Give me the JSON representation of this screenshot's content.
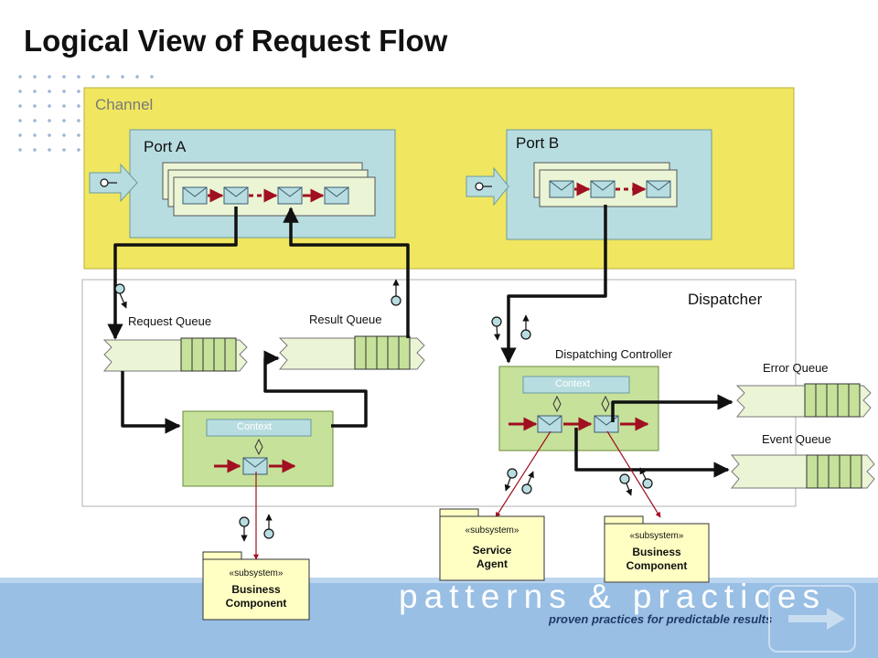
{
  "title": "Logical View of Request Flow",
  "channel": {
    "label": "Channel"
  },
  "ports": {
    "a": "Port A",
    "b": "Port B"
  },
  "dispatcher": {
    "label": "Dispatcher"
  },
  "queues": {
    "request": "Request Queue",
    "result": "Result Queue",
    "error": "Error Queue",
    "event": "Event Queue"
  },
  "controller": {
    "label": "Dispatching Controller"
  },
  "context_label": "Context",
  "subsystems": {
    "tag": "«subsystem»",
    "service_agent": [
      "Service",
      "Agent"
    ],
    "business_component": [
      "Business",
      "Component"
    ]
  },
  "footer": {
    "brand": "patterns & practices",
    "tagline": "proven practices for predictable results"
  },
  "colors": {
    "channel_bg": "#f0e660",
    "port_bg": "#b8dde0",
    "queue_bg": "#ebf5d6",
    "processor_bg": "#c6e19a",
    "flow_line": "#111111",
    "message_arrow": "#a01020",
    "subsystem_bg": "#ffffc4",
    "footer_bg": "#99bfe4"
  }
}
